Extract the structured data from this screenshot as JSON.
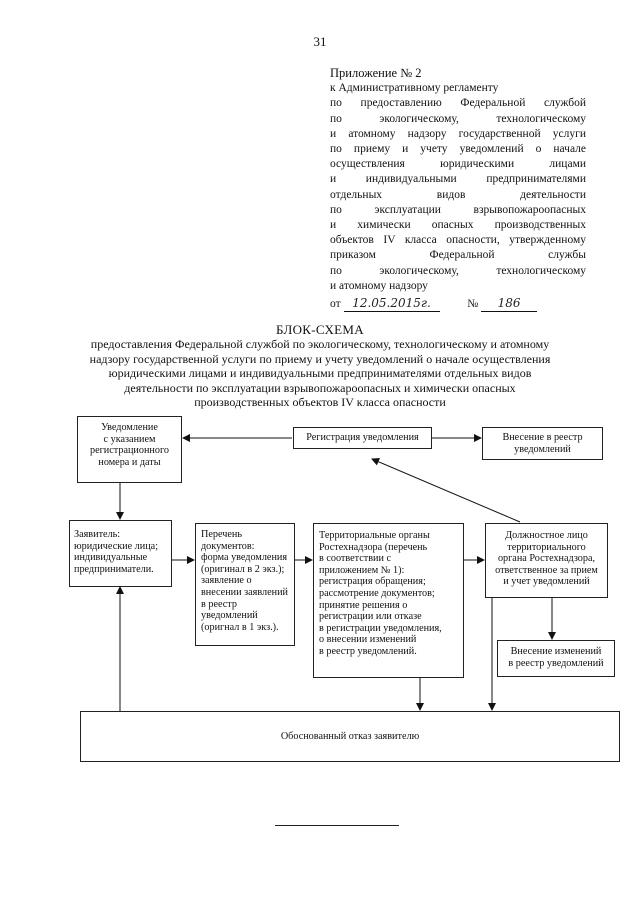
{
  "page_number": "31",
  "appendix": {
    "title": "Приложение № 2",
    "body_lines": [
      "к Административному регламенту",
      "по предоставлению Федеральной службой",
      "по экологическому, технологическому",
      "и атомному надзору государственной услуги",
      "по приему и учету уведомлений о начале",
      "осуществления юридическими лицами",
      "и индивидуальными предпринимателями",
      "отдельных видов деятельности",
      "по эксплуатации взрывопожароопасных",
      "и химически опасных производственных",
      "объектов IV класса опасности, утвержденному",
      "приказом Федеральной службы",
      "по экологическому, технологическому"
    ],
    "last_line": "и атомному надзору",
    "order_from_label": "от",
    "order_date": "12.05.2015г.",
    "order_number_label": "№",
    "order_number": "186"
  },
  "scheme": {
    "title": "БЛОК-СХЕМА",
    "subtitle": "предоставления Федеральной службой по экологическому, технологическому и атомному надзору государственной услуги по приему и учету уведомлений о начале осуществления юридическими лицами и индивидуальными предпринимателями отдельных видов деятельности по эксплуатации взрывопожароопасных и химически опасных производственных объектов IV класса опасности",
    "boxes": {
      "notification": "Уведомление\nс указанием\nрегистрационного\nномера и даты",
      "registration": "Регистрация уведомления",
      "registry_entry": "Внесение в реестр\nуведомлений",
      "applicant": "Заявитель:\nюридические лица;\nиндивидуальные\nпредприниматели.",
      "documents": "Перечень\nдокументов:\nформа уведомления\n(оригинал в 2 экз.);\nзаявление о\nвнесении заявлений\nв реестр\nуведомлений\n(оригнал в 1 экз.).",
      "territorial": "Территориальные органы\nРостехнадзора (перечень\nв соответствии с\nприложением № 1):\nрегистрация обращения;\nрассмотрение документов;\nпринятие решения о\nрегистрации или отказе\nв регистрации уведомления,\nо внесении изменений\nв реестр уведомлений.",
      "official": "Должностное лицо\nтерриториального\nоргана Ростехнадзора,\nответственное за прием\nи учет уведомлений",
      "registry_changes": "Внесение изменений\nв реестр уведомлений",
      "refusal": "Обоснованный отказ заявителю"
    }
  }
}
